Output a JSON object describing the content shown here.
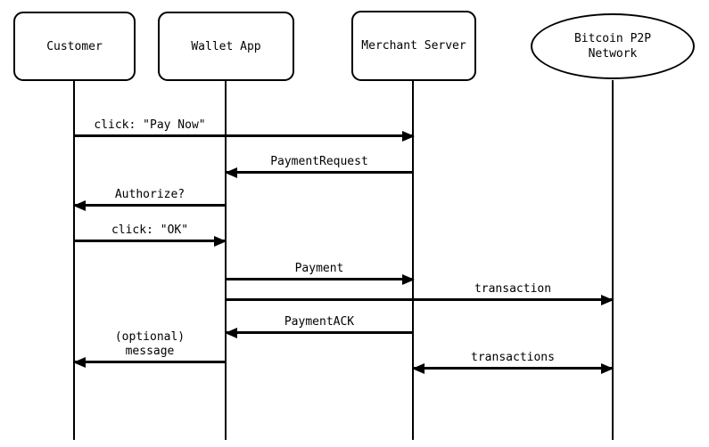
{
  "diagram": {
    "type": "sequence-diagram",
    "background_color": "#ffffff",
    "line_color": "#000000",
    "text_color": "#000000",
    "actors": [
      {
        "id": "customer",
        "label": "Customer",
        "shape": "rounded-rect"
      },
      {
        "id": "wallet-app",
        "label": "Wallet App",
        "shape": "rounded-rect"
      },
      {
        "id": "merchant-server",
        "label": "Merchant Server",
        "shape": "rounded-rect"
      },
      {
        "id": "bitcoin-p2p-network",
        "label": "Bitcoin P2P\nNetwork",
        "shape": "ellipse"
      }
    ],
    "messages": [
      {
        "label": "click: \"Pay Now\"",
        "from": "customer",
        "to": "merchant-server",
        "direction": "right"
      },
      {
        "label": "PaymentRequest",
        "from": "merchant-server",
        "to": "wallet-app",
        "direction": "left"
      },
      {
        "label": "Authorize?",
        "from": "wallet-app",
        "to": "customer",
        "direction": "left"
      },
      {
        "label": "click: \"OK\"",
        "from": "customer",
        "to": "wallet-app",
        "direction": "right"
      },
      {
        "label": "Payment",
        "from": "wallet-app",
        "to": "merchant-server",
        "direction": "right"
      },
      {
        "label": "transaction",
        "from": "wallet-app",
        "to": "bitcoin-p2p-network",
        "direction": "right"
      },
      {
        "label": "PaymentACK",
        "from": "merchant-server",
        "to": "wallet-app",
        "direction": "left"
      },
      {
        "label": "(optional)\nmessage",
        "from": "wallet-app",
        "to": "customer",
        "direction": "left"
      },
      {
        "label": "transactions",
        "from": "merchant-server",
        "to": "bitcoin-p2p-network",
        "direction": "both"
      }
    ]
  }
}
